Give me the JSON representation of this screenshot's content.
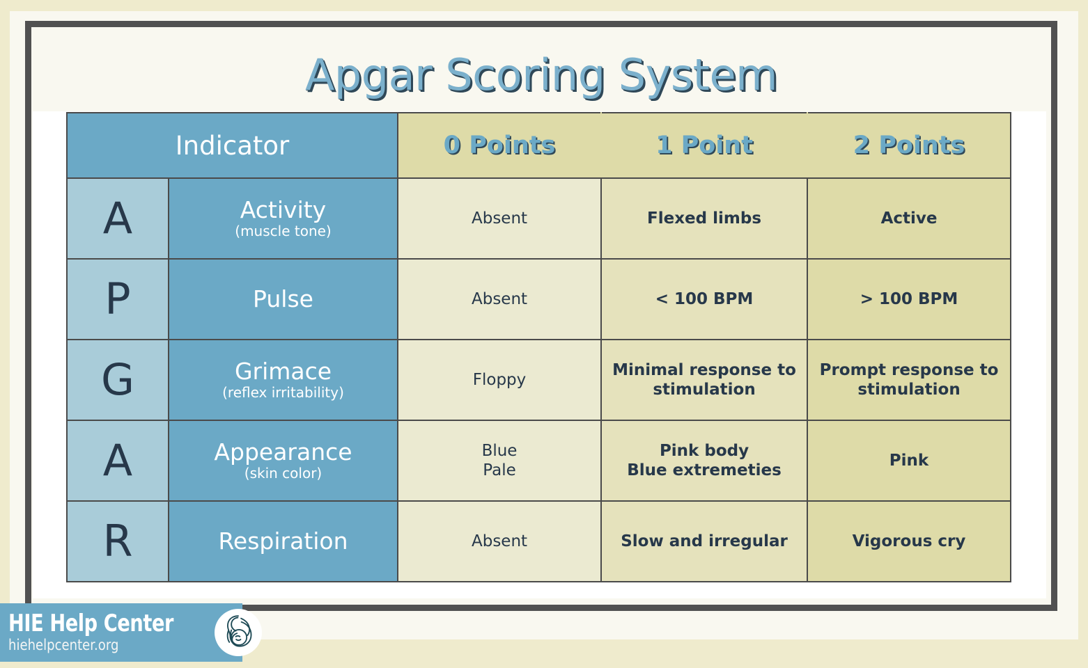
{
  "title": "Apgar Scoring System",
  "table": {
    "headers": {
      "indicator": "Indicator",
      "points": [
        "0 Points",
        "1 Point",
        "2 Points"
      ]
    },
    "rows": [
      {
        "letter": "A",
        "indicator": "Activity",
        "indicator_sub": "(muscle tone)",
        "p0": "Absent",
        "p1": "Flexed limbs",
        "p2": "Active"
      },
      {
        "letter": "P",
        "indicator": "Pulse",
        "indicator_sub": "",
        "p0": "Absent",
        "p1": "< 100 BPM",
        "p2": "> 100 BPM"
      },
      {
        "letter": "G",
        "indicator": "Grimace",
        "indicator_sub": "(reflex irritability)",
        "p0": "Floppy",
        "p1": "Minimal response to stimulation",
        "p2": "Prompt response to stimulation"
      },
      {
        "letter": "A",
        "indicator": "Appearance",
        "indicator_sub": "(skin color)",
        "p0": "Blue\nPale",
        "p1": "Pink body\nBlue extremeties",
        "p2": "Pink"
      },
      {
        "letter": "R",
        "indicator": "Respiration",
        "indicator_sub": "",
        "p0": "Absent",
        "p1": "Slow and irregular",
        "p2": "Vigorous cry"
      }
    ]
  },
  "logo": {
    "name": "HIE Help Center",
    "url": "hiehelpcenter.org",
    "mark": "mother-and-baby-icon"
  },
  "colors": {
    "page_background": "#EFEBCD",
    "panel": "#F9F8F0",
    "frame": "#515151",
    "blue_medium": "#6BA9C6",
    "blue_light": "#A9CCD9",
    "navy_text": "#27384A",
    "khaki_0": "#EBEAD1",
    "khaki_1": "#E5E2BC",
    "khaki_2": "#DEDBA8"
  }
}
